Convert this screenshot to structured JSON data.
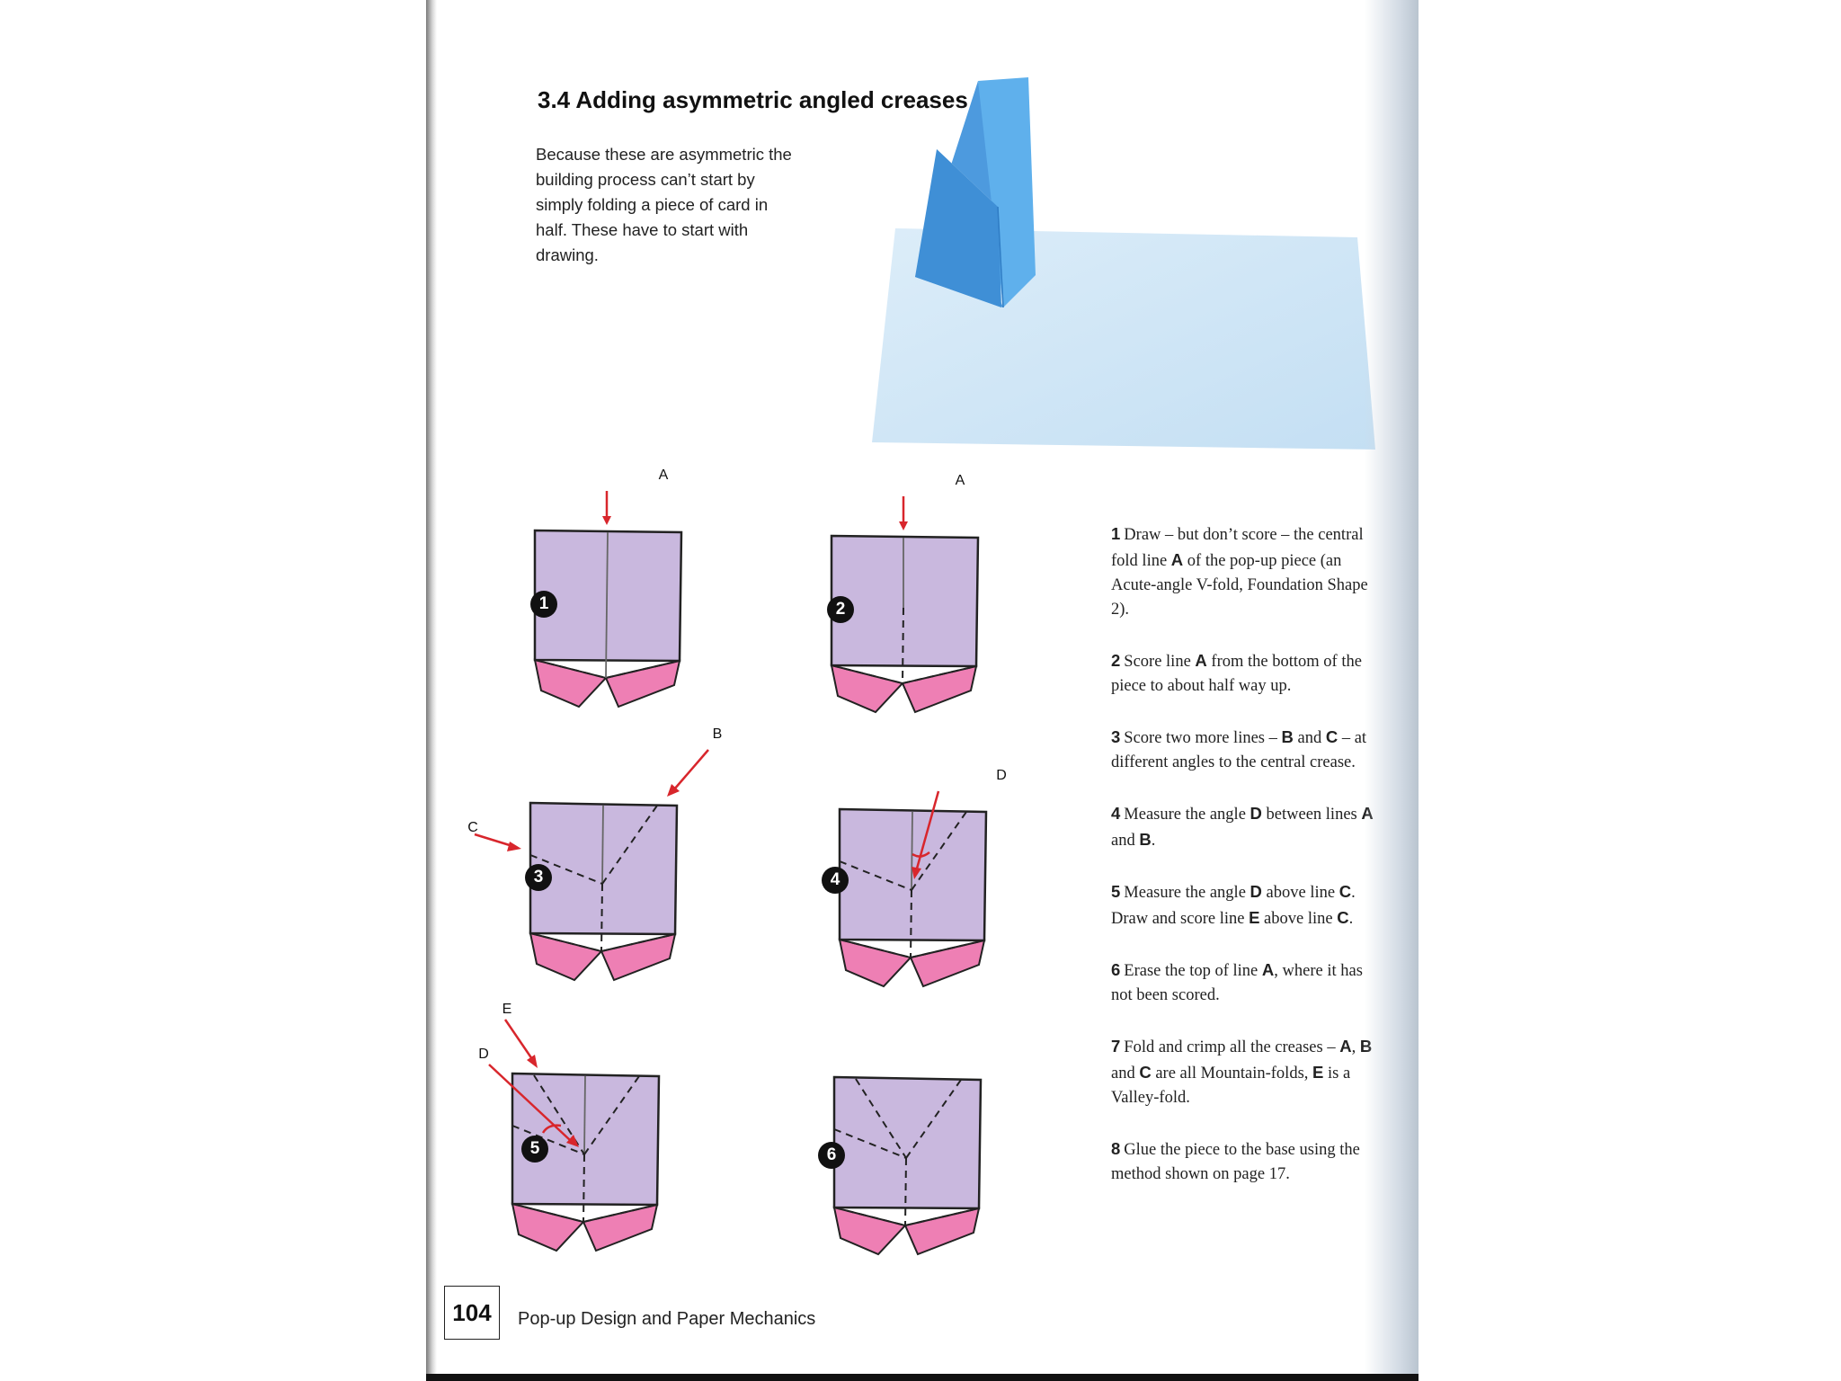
{
  "page": {
    "section_title": "3.4 Adding asymmetric angled creases",
    "intro": "Because these are asymmetric the building process can’t start by simply folding a piece of card in half. These have to start with drawing.",
    "page_number": "104",
    "book_title": "Pop-up Design and Paper Mechanics"
  },
  "figures": {
    "numbers": [
      "1",
      "2",
      "3",
      "4",
      "5",
      "6"
    ],
    "labels": {
      "a1": "A",
      "a2": "A",
      "b": "B",
      "c": "C",
      "d4": "D",
      "e": "E",
      "d5": "D"
    }
  },
  "steps": [
    {
      "num": "1",
      "parts": [
        {
          "t": "Draw – but don’t score – the central fold line "
        },
        {
          "t": "A",
          "b": true
        },
        {
          "t": " of the pop-up piece (an Acute-angle V-fold, Foundation Shape 2)."
        }
      ]
    },
    {
      "num": "2",
      "parts": [
        {
          "t": "Score line "
        },
        {
          "t": "A",
          "b": true
        },
        {
          "t": " from the bottom of the piece to about half way up."
        }
      ]
    },
    {
      "num": "3",
      "parts": [
        {
          "t": "Score two more lines – "
        },
        {
          "t": "B",
          "b": true
        },
        {
          "t": " and "
        },
        {
          "t": "C",
          "b": true
        },
        {
          "t": " – at different angles to the central crease."
        }
      ]
    },
    {
      "num": "4",
      "parts": [
        {
          "t": "Measure the angle "
        },
        {
          "t": "D",
          "b": true
        },
        {
          "t": " between lines "
        },
        {
          "t": "A",
          "b": true
        },
        {
          "t": " and "
        },
        {
          "t": "B",
          "b": true
        },
        {
          "t": "."
        }
      ]
    },
    {
      "num": "5",
      "parts": [
        {
          "t": "Measure the angle "
        },
        {
          "t": "D",
          "b": true
        },
        {
          "t": " above line "
        },
        {
          "t": "C",
          "b": true
        },
        {
          "t": ". Draw and score line "
        },
        {
          "t": "E",
          "b": true
        },
        {
          "t": " above line "
        },
        {
          "t": "C",
          "b": true
        },
        {
          "t": "."
        }
      ]
    },
    {
      "num": "6",
      "parts": [
        {
          "t": "Erase the top of line "
        },
        {
          "t": "A",
          "b": true
        },
        {
          "t": ", where it has not been scored."
        }
      ]
    },
    {
      "num": "7",
      "parts": [
        {
          "t": "Fold and crimp all the creases – "
        },
        {
          "t": "A",
          "b": true
        },
        {
          "t": ", "
        },
        {
          "t": "B",
          "b": true
        },
        {
          "t": " and "
        },
        {
          "t": "C",
          "b": true
        },
        {
          "t": " are all Mountain-folds, "
        },
        {
          "t": "E",
          "b": true
        },
        {
          "t": " is a Valley-fold."
        }
      ]
    },
    {
      "num": "8",
      "parts": [
        {
          "t": "Glue the piece to the base using the method shown on page 17."
        }
      ]
    }
  ],
  "colors": {
    "card_lavender": "#c9b8de",
    "tab_pink": "#ee7fb4",
    "arrow_red": "#d8262c",
    "popup_blue": "#5aa7e6",
    "base_lightblue": "#cfe5f6"
  }
}
